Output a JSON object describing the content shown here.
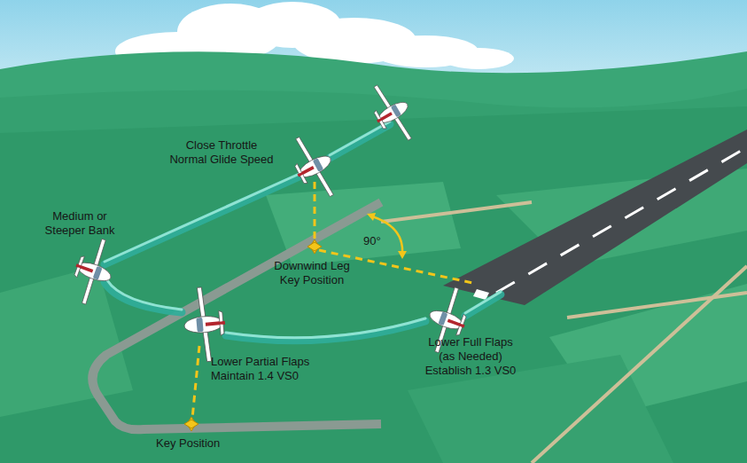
{
  "diagram": {
    "labels": [
      "Close Throttle Normal Glide Speed",
      "Medium or Steeper Bank",
      "Downwind Leg Key Position",
      "90°",
      "Lower Partial Flaps Maintain 1.4 VS0",
      "Key Position",
      "Lower Full Flaps (as Needed) Establish 1.3 VS0"
    ]
  }
}
